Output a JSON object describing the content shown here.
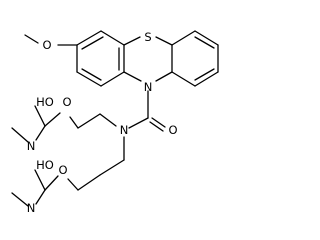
{
  "structure": {
    "labels": {
      "sulfur": "S",
      "methoxy_oxygen": "O",
      "ring_nitrogen": "N",
      "carbonyl_oxygen": "O",
      "amine_nitrogen": "N",
      "carbamate1_hydroxyl": "HO",
      "carbamate1_ester_oxygen": "O",
      "carbamate1_nitrogen": "N",
      "carbamate2_hydroxyl": "HO",
      "carbamate2_ester_oxygen": "O",
      "carbamate2_nitrogen": "N"
    }
  },
  "colors": {
    "bond": "#000000",
    "label": "#000000",
    "background": "#ffffff"
  }
}
